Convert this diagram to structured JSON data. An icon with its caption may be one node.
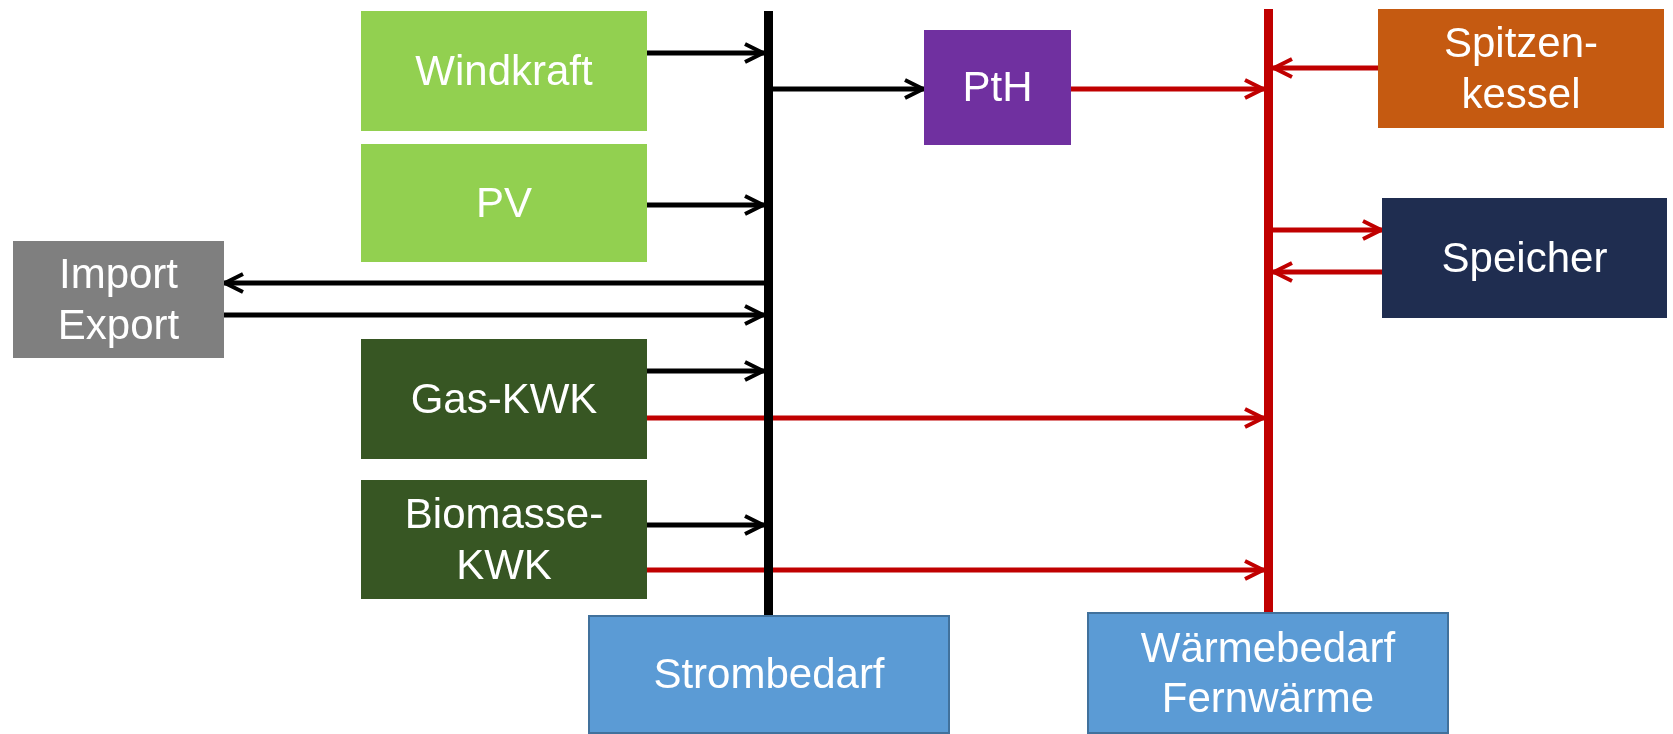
{
  "diagram": {
    "nodes": [
      {
        "text": [
          "Windkraft"
        ]
      },
      {
        "text": [
          "PV"
        ]
      },
      {
        "text": [
          "Import Export"
        ]
      },
      {
        "text": [
          "Gas-KWK"
        ]
      },
      {
        "text": [
          "Biomasse- KWK"
        ]
      },
      {
        "text": [
          "Strombedarf"
        ]
      },
      {
        "text": [
          "PtH"
        ]
      },
      {
        "text": [
          "Spitzen- kessel"
        ]
      },
      {
        "text": [
          "Speicher"
        ]
      },
      {
        "text": [
          "Wärmebedarf Fernwärme"
        ]
      },
      {
        "text": [],
        "shape": "bar"
      },
      {
        "text": [],
        "shape": "bar"
      }
    ],
    "edges": [
      {
        "from": 0,
        "to": 10,
        "arrow": "to"
      },
      {
        "from": 10,
        "to": 6,
        "arrow": "to"
      },
      {
        "from": 1,
        "to": 10,
        "arrow": "to"
      },
      {
        "from": 10,
        "to": 2,
        "arrow": "to"
      },
      {
        "from": 2,
        "to": 10,
        "arrow": "to"
      },
      {
        "from": 3,
        "to": 10,
        "arrow": "to"
      },
      {
        "from": 3,
        "to": 11,
        "arrow": "to",
        "color": "#c00000"
      },
      {
        "from": 4,
        "to": 10,
        "arrow": "to"
      },
      {
        "from": 4,
        "to": 11,
        "arrow": "to",
        "color": "#c00000"
      },
      {
        "from": 6,
        "to": 11,
        "arrow": "to",
        "color": "#c00000"
      },
      {
        "from": 7,
        "to": 11,
        "arrow": "to",
        "color": "#c00000"
      },
      {
        "from": 11,
        "to": 8,
        "arrow": "to",
        "color": "#c00000"
      },
      {
        "from": 8,
        "to": 11,
        "arrow": "to",
        "color": "#c00000"
      },
      {
        "from": 10,
        "to": 5,
        "arrow": "none",
        "style": "thick"
      },
      {
        "from": 11,
        "to": 9,
        "arrow": "none",
        "style": "thick",
        "color": "#c00000"
      }
    ]
  }
}
